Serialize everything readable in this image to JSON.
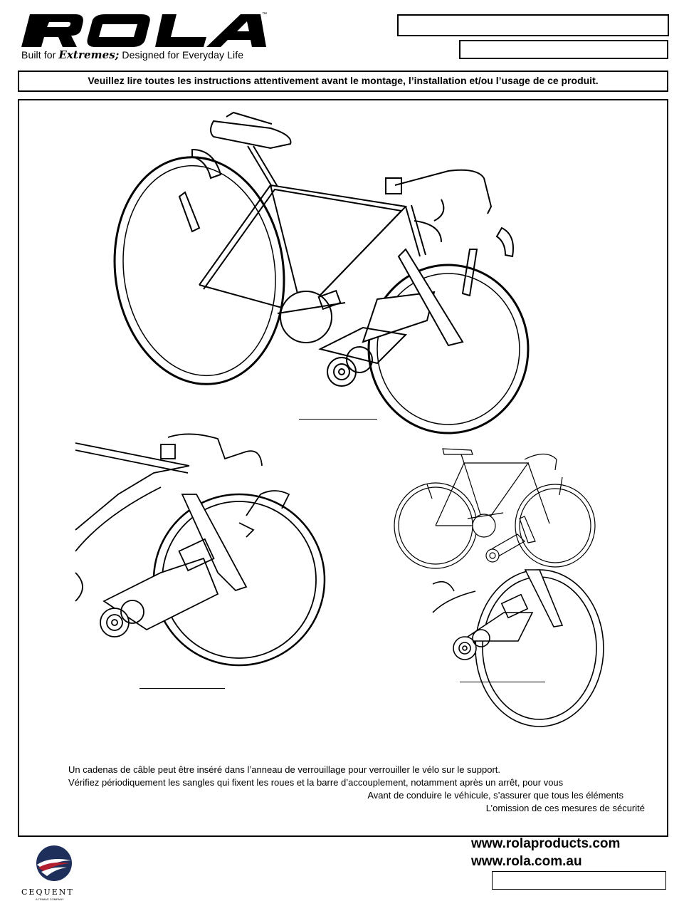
{
  "header": {
    "brand": "ROLA",
    "trademark": "™",
    "tagline_prefix": "Built for ",
    "tagline_script": "Extremes;",
    "tagline_suffix": " Designed for Everyday Life",
    "model_box_1": "",
    "model_box_2": ""
  },
  "notice": "Veuillez lire toutes les instructions attentivement avant le montage, l’installation et/ou l’usage de ce produit.",
  "figures": {
    "main_caption": "",
    "detail_left_caption": "",
    "detail_right_caption": ""
  },
  "body_text": {
    "line1": "Un cadenas de câble peut être inséré dans l’anneau de verrouillage pour verrouiller le vélo sur le support.",
    "line2": "Vérifiez périodiquement les sangles qui fixent les roues et la barre d’accouplement, notamment après un arrêt, pour vous",
    "line3": "Avant de conduire le véhicule, s’assurer que tous les éléments",
    "line4": "L’omission de ces mesures de sécurité"
  },
  "footer": {
    "company": "CEQUENT",
    "company_sub": "A TRIMAS COMPANY",
    "url1": "www.rolaproducts.com",
    "url2": "www.rola.com.au",
    "part_box": ""
  },
  "colors": {
    "logo_navy": "#1f2f5c",
    "logo_red": "#b22030",
    "ink": "#000000"
  }
}
